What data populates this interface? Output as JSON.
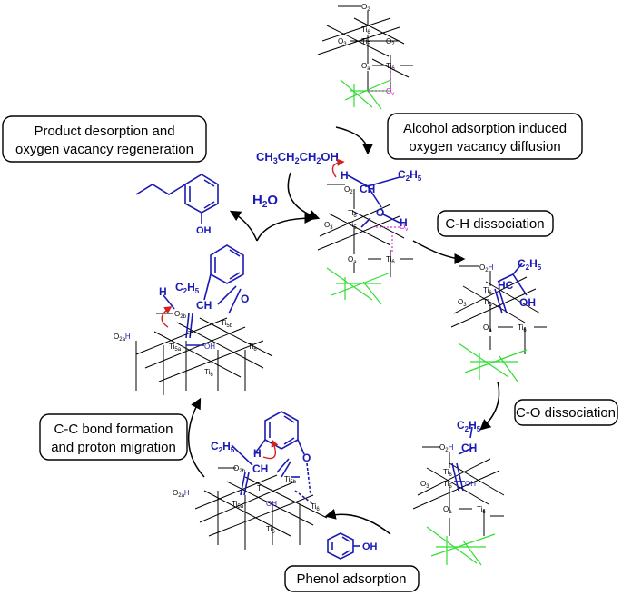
{
  "colors": {
    "lattice": "#000000",
    "adsorbate": "#1a1ab4",
    "vacancy": "#d400d4",
    "subsurface": "#33dd33",
    "electron_arrow": "#d42020"
  },
  "steps": {
    "alcohol_adsorption": [
      "Alcohol adsorption induced",
      "oxygen vacancy diffusion"
    ],
    "ch_dissociation": [
      "C-H dissociation"
    ],
    "co_dissociation": [
      "C-O dissociation"
    ],
    "phenol_adsorption": [
      "Phenol adsorption"
    ],
    "cc_bond_formation": [
      "C-C bond formation",
      "and proton migration"
    ],
    "product_desorption": [
      "Product desorption and",
      "oxygen vacancy regeneration"
    ]
  },
  "molecules": {
    "propanol": {
      "p1": "CH",
      "s1": "3",
      "p2": "CH",
      "s2": "2",
      "p3": "CH",
      "s3": "2",
      "p4": "OH"
    },
    "water": {
      "base": "H",
      "sub": "2",
      "tail": "O"
    },
    "product_oh": "OH",
    "phenol_oh": "OH",
    "ethyl": {
      "base": "C",
      "s1": "2",
      "mid": "H",
      "s2": "5"
    },
    "ch": "CH",
    "hc": "HC",
    "h": "H",
    "o": "O",
    "oh": "OH"
  },
  "atoms": {
    "o2": {
      "b": "O",
      "s": "2"
    },
    "o3": {
      "b": "O",
      "s": "3"
    },
    "oa": {
      "b": "O",
      "s": "a"
    },
    "ov": {
      "b": "O",
      "s": "v"
    },
    "o2b": {
      "b": "O",
      "s": "2b"
    },
    "o2a": {
      "b": "O",
      "s": "2a"
    },
    "ti6": {
      "b": "Ti",
      "s": "6"
    },
    "ti5": {
      "b": "Ti",
      "s": "5"
    },
    "ti5a": {
      "b": "Ti",
      "s": "5a"
    },
    "ti5b": {
      "b": "Ti",
      "s": "5b"
    },
    "ti": "Ti",
    "o2h": {
      "b": "O",
      "s": "2",
      "t": "H"
    },
    "o2ah": {
      "b": "O",
      "s": "2a",
      "t": "H"
    }
  }
}
